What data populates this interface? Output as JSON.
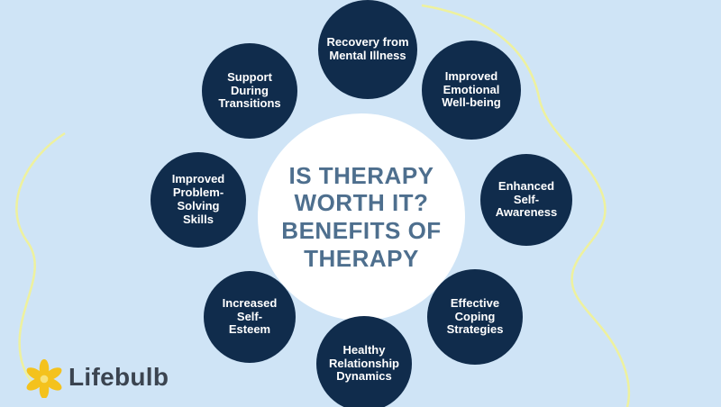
{
  "title": {
    "text": "IS THERAPY\nWORTH IT?\nBENEFITS OF\nTHERAPY"
  },
  "nodes": [
    {
      "id": "recovery-from-mental-illness",
      "label": "Recovery from\nMental Illness"
    },
    {
      "id": "improved-emotional-well-being",
      "label": "Improved\nEmotional\nWell-being"
    },
    {
      "id": "enhanced-self-awareness",
      "label": "Enhanced\nSelf-\nAwareness"
    },
    {
      "id": "effective-coping-strategies",
      "label": "Effective\nCoping\nStrategies"
    },
    {
      "id": "healthy-relationship-dynamics",
      "label": "Healthy\nRelationship\nDynamics"
    },
    {
      "id": "increased-self-esteem",
      "label": "Increased\nSelf-\nEsteem"
    },
    {
      "id": "improved-problem-solving-skills",
      "label": "Improved\nProblem-\nSolving\nSkills"
    },
    {
      "id": "support-during-transitions",
      "label": "Support\nDuring\nTransitions"
    }
  ],
  "logo": {
    "text": "Lifebulb"
  },
  "colors": {
    "background": "#cfe4f6",
    "node_fill": "#102c4c",
    "node_text": "#ffffff",
    "center_circle": "#ffffff",
    "center_text": "#4e6f8e",
    "accent_line": "#eef19e",
    "logo_yellow": "#f4c21d",
    "logo_text": "#3b4450"
  }
}
